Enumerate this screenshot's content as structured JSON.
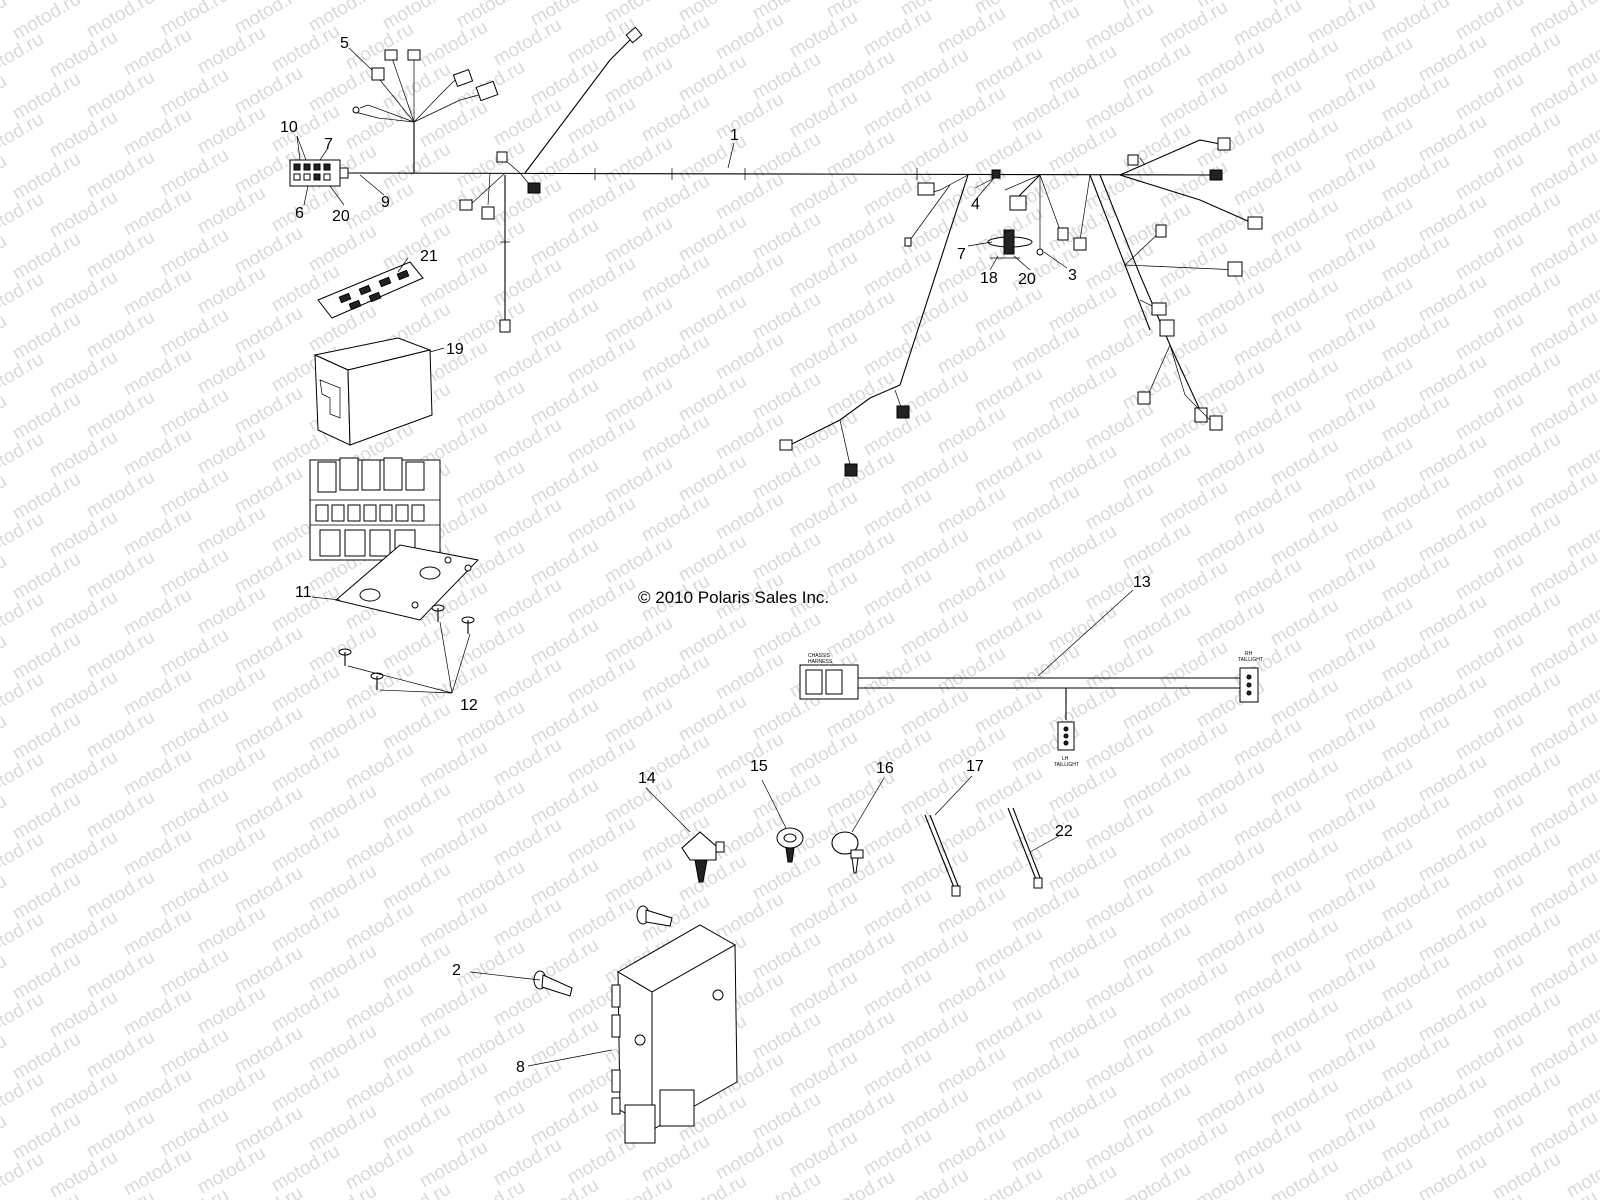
{
  "watermark": "motod.ru",
  "copyright": "© 2010 Polaris Sales Inc.",
  "callouts": [
    "1",
    "2",
    "3",
    "4",
    "5",
    "6",
    "7",
    "7",
    "8",
    "9",
    "10",
    "11",
    "12",
    "13",
    "14",
    "15",
    "16",
    "17",
    "18",
    "19",
    "20",
    "20",
    "21",
    "22"
  ],
  "tiny_labels": {
    "chassis": "CHASSIS",
    "harness": "HARNESS",
    "rh": "RH",
    "lh": "LH",
    "taillight": "TAILLIGHT"
  }
}
